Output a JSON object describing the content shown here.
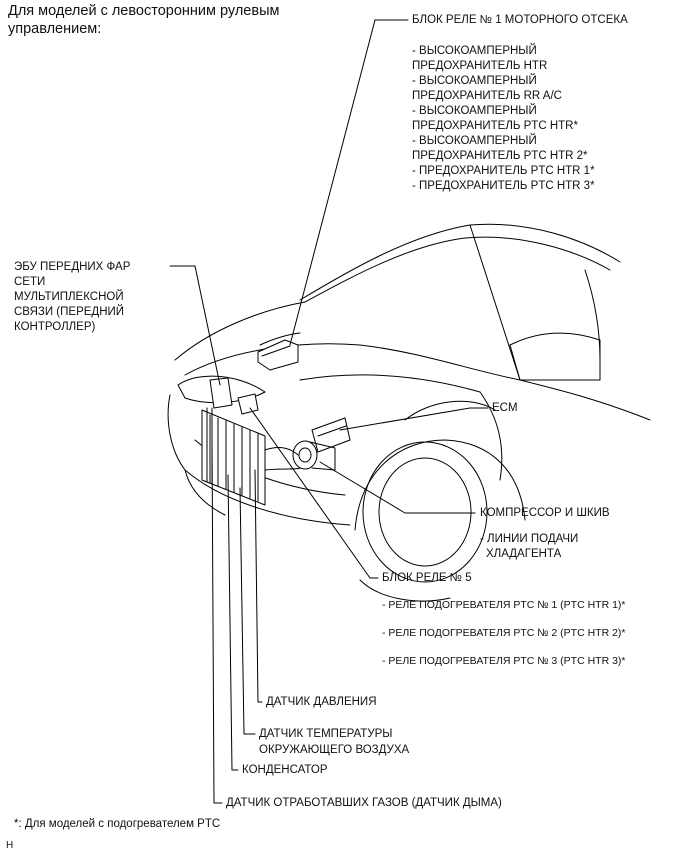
{
  "title": [
    "Для моделей с левосторонним рулевым",
    "управлением:"
  ],
  "labels": {
    "relay_block_1": "БЛОК РЕЛЕ № 1 МОТОРНОГО ОТСЕКА",
    "relay_block_1_items": [
      "- ВЫСОКОАМПЕРНЫЙ",
      "ПРЕДОХРАНИТЕЛЬ HTR",
      "- ВЫСОКОАМПЕРНЫЙ",
      "ПРЕДОХРАНИТЕЛЬ RR A/C",
      "- ВЫСОКОАМПЕРНЫЙ",
      "ПРЕДОХРАНИТЕЛЬ PTC HTR*",
      "- ВЫСОКОАМПЕРНЫЙ",
      "ПРЕДОХРАНИТЕЛЬ PTC HTR 2*",
      "- ПРЕДОХРАНИТЕЛЬ PTC HTR 1*",
      "- ПРЕДОХРАНИТЕЛЬ PTC HTR 3*"
    ],
    "headlight_ecu": [
      "ЭБУ ПЕРЕДНИХ ФАР",
      "СЕТИ",
      "МУЛЬТИПЛЕКСНОЙ",
      "СВЯЗИ (ПЕРЕДНИЙ",
      "КОНТРОЛЛЕР)"
    ],
    "ecm": "ECM",
    "compressor": "КОМПРЕССОР И ШКИВ",
    "refrigerant_lines": [
      "- ЛИНИИ ПОДАЧИ",
      "ХЛАДАГЕНТА"
    ],
    "relay_block_5": "БЛОК РЕЛЕ № 5",
    "relay_block_5_items": [
      "- РЕЛЕ ПОДОГРЕВАТЕЛЯ PTC № 1 (PTC HTR 1)*",
      "- РЕЛЕ ПОДОГРЕВАТЕЛЯ PTC № 2 (PTC HTR 2)*",
      "- РЕЛЕ ПОДОГРЕВАТЕЛЯ PTC № 3 (PTC HTR 3)*"
    ],
    "pressure_sensor": "ДАТЧИК ДАВЛЕНИЯ",
    "ambient_sensor": [
      "ДАТЧИК ТЕМПЕРАТУРЫ",
      "ОКРУЖАЮЩЕГО ВОЗДУХА"
    ],
    "condenser": "КОНДЕНСАТОР",
    "exhaust_sensor": "ДАТЧИК ОТРАБОТАВШИХ ГАЗОВ (ДАТЧИК ДЫМА)"
  },
  "footnote": "*: Для моделей с подогревателем PTC",
  "corner_mark": "H"
}
